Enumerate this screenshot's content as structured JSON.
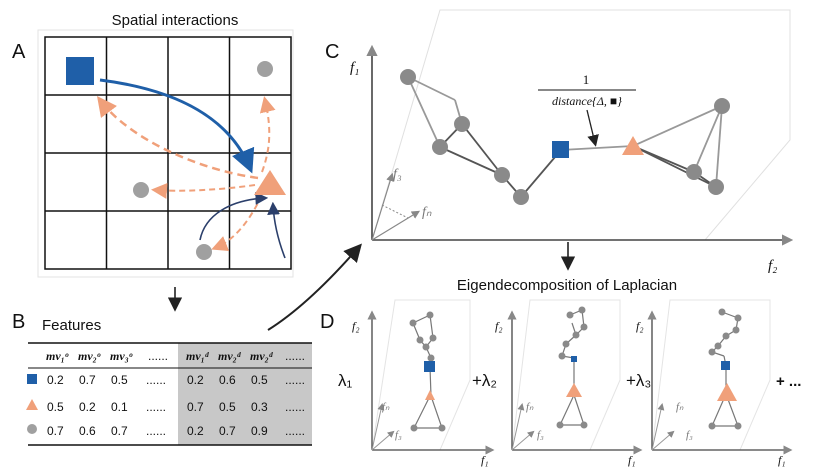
{
  "panels": {
    "a": {
      "label": "A",
      "title": "Spatial interactions"
    },
    "b": {
      "label": "B",
      "title": "Features"
    },
    "c": {
      "label": "C",
      "formula_numerator": "1",
      "formula_denominator": "distance{Δ, ■}",
      "y_axis": "f₁",
      "x_axis": "f₂",
      "f3": "f₃",
      "fn": "fₙ"
    },
    "d": {
      "label": "D",
      "title": "Eigendecomposition of Laplacian",
      "lambda1": "λ₁",
      "lambda2": "+λ₂",
      "lambda3": "+λ₃",
      "ellipsis": "+ ...",
      "y_axis": "f₂",
      "x_axis": "f₁",
      "fn": "fₙ",
      "f3": "f₃"
    }
  },
  "table": {
    "headers_o": [
      "mv₁ᵒ",
      "mv₂ᵒ",
      "mv₃ᵒ",
      "......"
    ],
    "headers_d": [
      "mv₁ᵈ",
      "mv₂ᵈ",
      "mv₂ᵈ",
      "......"
    ],
    "rows": [
      {
        "shape": "square",
        "o": [
          "0.2",
          "0.7",
          "0.5",
          "......"
        ],
        "d": [
          "0.2",
          "0.6",
          "0.5",
          "......"
        ]
      },
      {
        "shape": "triangle",
        "o": [
          "0.5",
          "0.2",
          "0.1",
          "......"
        ],
        "d": [
          "0.7",
          "0.5",
          "0.3",
          "......"
        ]
      },
      {
        "shape": "circle",
        "o": [
          "0.7",
          "0.6",
          "0.7",
          "......"
        ],
        "d": [
          "0.2",
          "0.7",
          "0.9",
          "......"
        ]
      }
    ]
  },
  "colors": {
    "blue": "#1f5fa8",
    "salmon": "#f0a07a",
    "grey": "#a0a0a0",
    "navy": "#2b3f6b",
    "shade": "#c8c8c8"
  }
}
